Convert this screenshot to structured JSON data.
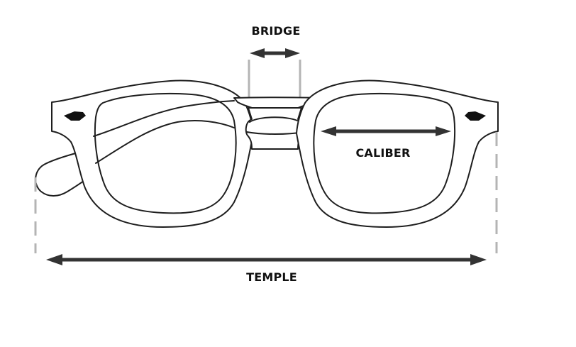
{
  "diagram": {
    "subject": "Eyeglasses frame measurements",
    "labels": {
      "bridge": "BRIDGE",
      "caliber": "CALIBER",
      "temple": "TEMPLE"
    },
    "colors": {
      "outline": "#1e1e1e",
      "arrow": "#333333",
      "guide": "#b4b4b4",
      "background": "#ffffff"
    }
  }
}
